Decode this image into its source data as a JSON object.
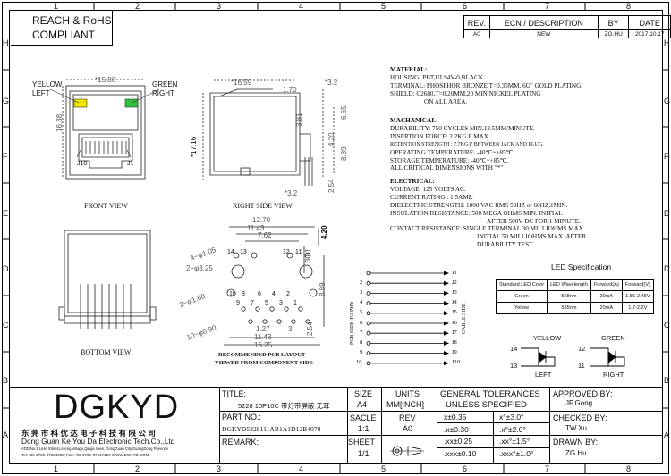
{
  "header": {
    "compliance_line1": "REACH & RoHS",
    "compliance_line2": "COMPLIANT"
  },
  "grid": {
    "cols": [
      "1",
      "2",
      "3",
      "4",
      "5",
      "6",
      "7",
      "8"
    ],
    "rows": [
      "H",
      "G",
      "F",
      "E",
      "D",
      "C",
      "B",
      "A"
    ]
  },
  "revision": {
    "headers": [
      "REV.",
      "ECN / DESCRIPTION",
      "BY",
      "DATE"
    ],
    "row": [
      "A0",
      "NEW",
      "ZG.HU",
      "2017.10.17"
    ]
  },
  "front_view": {
    "caption": "FRONT VIEW",
    "yellow_label": "YELLOW",
    "left_label": "LEFT",
    "green_label": "GREEN",
    "right_label": "RIGHT",
    "width_dim": "15.86",
    "height_dim": "16.38",
    "j10": "J10",
    "j1": "J1",
    "led_yellow": "#f2e600",
    "led_green": "#2fc23a"
  },
  "side_view": {
    "caption": "RIGHT SIDE VIEW",
    "dims": [
      "16.59",
      "1.70",
      "3.2",
      "6.65",
      "3.81",
      "4.20",
      "8.89",
      "17.16",
      "2.54",
      "3.2"
    ]
  },
  "bottom_view": {
    "caption": "BOTTOM VIEW"
  },
  "footprint": {
    "caption1": "RECOMMENDED PCB LAYOUT",
    "caption2": "VIEWED FROM COMPONENT SIDE",
    "dims": [
      "12.70",
      "11.43",
      "7.62",
      "4.20",
      "3.81",
      "8.89",
      "1.27",
      "3",
      "2.54",
      "11.43",
      "16.25"
    ],
    "holes": [
      "4−φ1.05",
      "2−φ3.25",
      "2−φ1.60",
      "10−φ0.90"
    ],
    "pins": [
      "14",
      "13",
      "12",
      "11",
      "10",
      "8",
      "6",
      "4",
      "2",
      "9",
      "7",
      "5",
      "3",
      "1"
    ]
  },
  "schematic": {
    "left_label": "PCB SIDE TO PHY",
    "right_label": "CABLE SIDE",
    "pins": [
      "1",
      "2",
      "3",
      "4",
      "5",
      "6",
      "7",
      "8",
      "9",
      "10"
    ],
    "jacks": [
      "J1",
      "J2",
      "J3",
      "J4",
      "J5",
      "J6",
      "J7",
      "J8",
      "J9",
      "J10"
    ]
  },
  "material": {
    "title": "MATERIAL:",
    "lines": [
      "HOUSING: PBT,UL94V-0,BLACK.",
      "TERMINAL: PHOSPHOR BRONZE T=0.35MM, 6U\" GOLD PLATING.",
      "SHIELD: C2680,T=0.20MM,20 MIN NICKEL PLATING",
      "ON ALL AREA."
    ]
  },
  "mechanical": {
    "title": "MACHANICAL:",
    "lines": [
      "DURABILITY: 750 CYCLES MIN,12.5MM/MINUTE.",
      "INSERTION FORCE: 2.2KG.F MAX.",
      "RETENTION STRENGTH : 7.7KG.F BETWEEN JACK AND PLUG.",
      "OPERATING TEMPERATURE: -40℃~+85℃.",
      "STORAGE TEMPERATURE: -40℃~+85℃.",
      "ALL CRITICAL DIMENSIONS WITH \"*\""
    ]
  },
  "electrical": {
    "title": "ELECTRICAL:",
    "lines": [
      "VOLTAGE: 125 VOLTS AC.",
      "CURRENT RATING : 1.5AMP.",
      "DIELECTRIC STRENGTH: 1000 VAC RMS 50HZ or 60HZ,1MIN.",
      "INSULATION RESISTANCE: 500 MEGA OHMS MIN. INITIAL",
      "AFTER 500V DC FOR 1 MINUTE.",
      "CONTACT RESISTANCE: SINGLE TERMINAL 30 MILLIOHMS MAX.",
      "INITIAL 50 MILLIOHMS MAX. AFTER",
      "DURABILITY TEST."
    ]
  },
  "led_spec": {
    "title": "LED Specification",
    "headers": [
      "Standard LED Color",
      "LED Wavelength",
      "Forward(A)",
      "Forward(V)"
    ],
    "rows": [
      [
        "Green",
        "568nm",
        "20mA",
        "1.85-2.45V"
      ],
      [
        "Yellow",
        "585nm",
        "20mA",
        "1.7-2.2V"
      ]
    ],
    "yellow": "YELLOW",
    "green": "GREEN",
    "left": "LEFT",
    "right": "RIGHT",
    "pins": [
      "14",
      "13",
      "12",
      "11"
    ]
  },
  "title_block": {
    "company": "DGKYD",
    "company_cn": "东 莞 市 科 优 达 电 子 科 技 有 限 公 司",
    "company_en": "Dong Guan Ke You Da Electronic Tech.Co.,Ltd",
    "address": "ADD:No.1 LiHe Street,LiHeng Village,Qingxi town, DongGuan City,GuangDong Province",
    "contact": "Tel:+86-0769-87334608; Fax:+86-0769-87647129  WWW.DGKYD.COM",
    "title_label": "TITLE:",
    "title_value": "5228  10P10C  带灯带屏蔽  无耳",
    "part_label": "PART NO.:",
    "part_value": "DGKYD5228111AB1A1D12B4078",
    "remark_label": "REMARK:",
    "size_label": "SIZE",
    "size_value": "A4",
    "units_label": "UNITS",
    "units_value": "MM[INCH]",
    "scale_label": "SACLE",
    "scale_value": "1:1",
    "rev_label": "REV",
    "rev_value": "A0",
    "sheet_label": "SHEET",
    "sheet_value": "1/1",
    "tol_title1": "GENERAL TOLERANCES",
    "tol_title2": "UNLESS SPECIFIED",
    "tol": [
      [
        "x±0.35",
        "x°±3.0°"
      ],
      [
        ".x±0.30",
        ".x°±2.0°"
      ],
      [
        ".xx±0.25",
        ".xx°±1.5°"
      ],
      [
        ".xxx±0.10",
        ".xxx°±1.0°"
      ]
    ],
    "approved_label": "APPROVED BY:",
    "approved_value": "JP.Gong",
    "checked_label": "CHECKED BY:",
    "checked_value": "TW.Xu",
    "drawn_label": "DRAWN BY:",
    "drawn_value": "ZG.Hu"
  }
}
